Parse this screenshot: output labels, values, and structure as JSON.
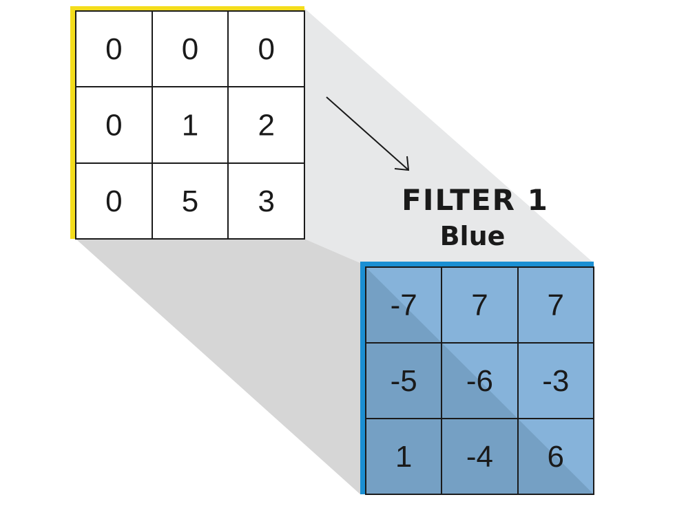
{
  "input_grid": {
    "rows": [
      [
        "0",
        "0",
        "0"
      ],
      [
        "0",
        "1",
        "2"
      ],
      [
        "0",
        "5",
        "3"
      ]
    ],
    "border_color": "#f4dd1c"
  },
  "filter": {
    "title": "FILTER 1",
    "subtitle": "Blue",
    "rows": [
      [
        "-7",
        "7",
        "7"
      ],
      [
        "-5",
        "-6",
        "-3"
      ],
      [
        "1",
        "-4",
        "6"
      ]
    ],
    "border_color": "#1b8fd3",
    "fill_light": "#86b3da",
    "fill_dark": "#75a0c4"
  },
  "colors": {
    "beam_light": "#e7e8e9",
    "beam_dark": "#d6d6d6",
    "grid_line": "#1a1a1a"
  },
  "arrow_icon": "arrow-down-right-icon"
}
